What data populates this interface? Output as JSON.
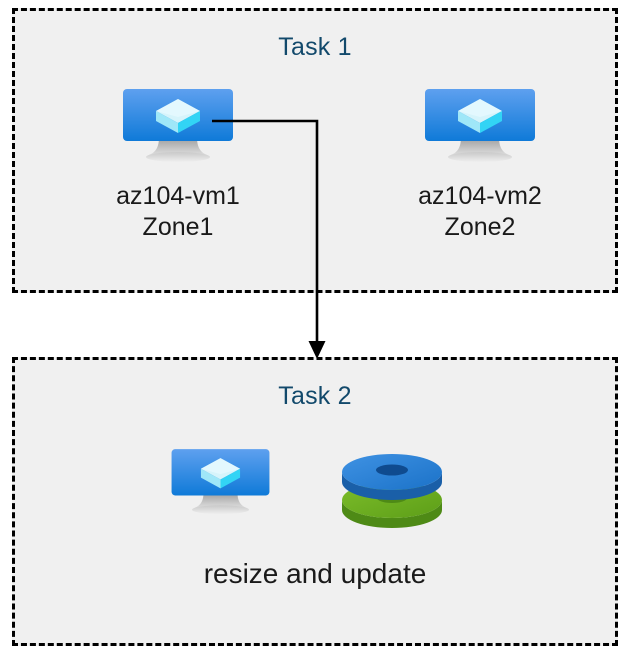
{
  "diagram": {
    "title_color": "#12496b",
    "box_fill": "#f0f0f0",
    "box_border_color": "#000000",
    "canvas_background": "#ffffff",
    "connector_color": "#000000"
  },
  "task1": {
    "title": "Task 1",
    "nodes": [
      {
        "icon": "azure-virtual-machine-icon",
        "label_line1": "az104-vm1",
        "label_line2": "Zone1"
      },
      {
        "icon": "azure-virtual-machine-icon",
        "label_line1": "az104-vm2",
        "label_line2": "Zone2"
      }
    ]
  },
  "task2": {
    "title": "Task 2",
    "icons": [
      {
        "icon": "azure-virtual-machine-icon"
      },
      {
        "icon": "azure-managed-disk-icon"
      }
    ],
    "caption": "resize and update"
  },
  "connector": {
    "from": "az104-vm1",
    "to": "Task 2",
    "arrow": "down-arrow"
  },
  "icon_colors": {
    "vm_screen_top": "#5ea0ef",
    "vm_screen_bottom": "#0f7ad8",
    "vm_cube_light": "#c3f1fb",
    "vm_cube_mid": "#9fe7f8",
    "vm_cube_bright": "#32d4f5",
    "vm_stand": "#b0b0b0",
    "disk_blue": "#2a7fd4",
    "disk_blue_dark": "#1a5fa8",
    "disk_green": "#6aad22",
    "disk_green_dark": "#4e8a16"
  }
}
